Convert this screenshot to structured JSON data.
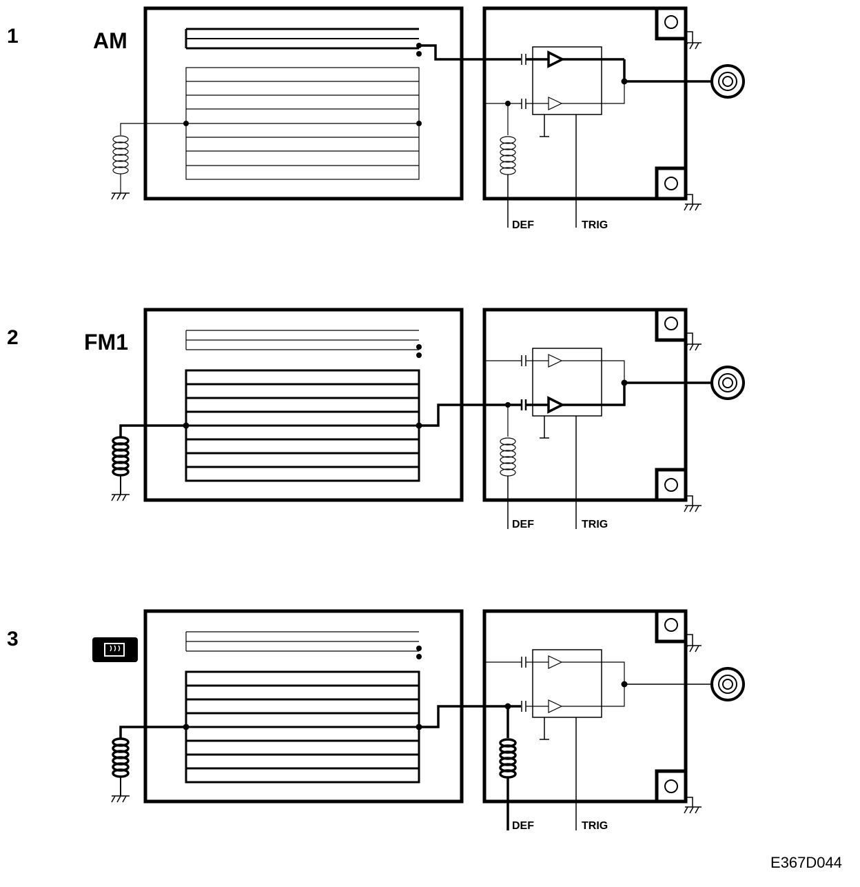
{
  "panels": [
    {
      "number": "1",
      "mode_label": "AM",
      "icon": "",
      "def_label": "DEF",
      "trig_label": "TRIG"
    },
    {
      "number": "2",
      "mode_label": "FM1",
      "icon": "",
      "def_label": "DEF",
      "trig_label": "TRIG"
    },
    {
      "number": "3",
      "mode_label": "",
      "icon": "rear-defroster-icon",
      "def_label": "DEF",
      "trig_label": "TRIG"
    }
  ],
  "figure_code": "E367D044",
  "colors": {
    "ink": "#000000",
    "paper": "#ffffff"
  }
}
